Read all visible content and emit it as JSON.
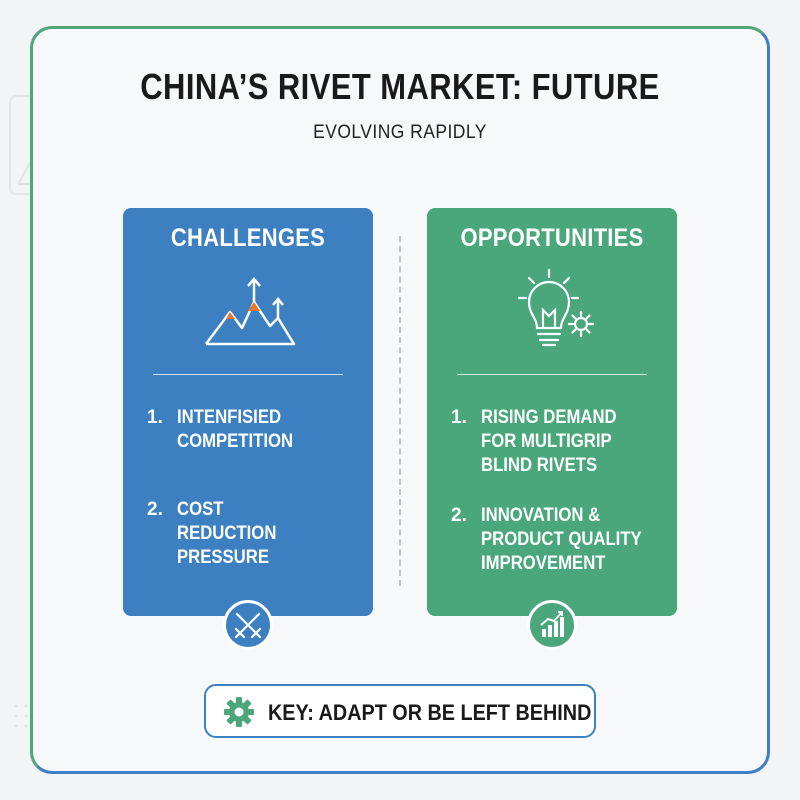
{
  "title": "CHINA’S RIVET MARKET: FUTURE",
  "subtitle": "EVOLVING RAPIDLY",
  "challenges": {
    "heading": "CHALLENGES",
    "color": "#3d80c2",
    "icon": "mountain-peaks-icon",
    "items": [
      {
        "num": "1.",
        "text": "INTENFISIED COMPETITION"
      },
      {
        "num": "2.",
        "text": "COST REDUCTION PRESSURE"
      }
    ],
    "badge_icon": "crossed-swords-icon"
  },
  "opportunities": {
    "heading": "OPPORTUNITIES",
    "color": "#4aa77b",
    "icon": "lightbulb-gear-icon",
    "items": [
      {
        "num": "1.",
        "text": "RISING DEMAND FOR MULTIGRIP BLIND RIVETS"
      },
      {
        "num": "2.",
        "text": "INNOVATION & PRODUCT QUALITY IMPROVEMENT"
      }
    ],
    "badge_icon": "growth-chart-icon"
  },
  "key": {
    "text": "KEY: ADAPT OR BE LEFT BEHIND",
    "icon": "gear-icon"
  }
}
